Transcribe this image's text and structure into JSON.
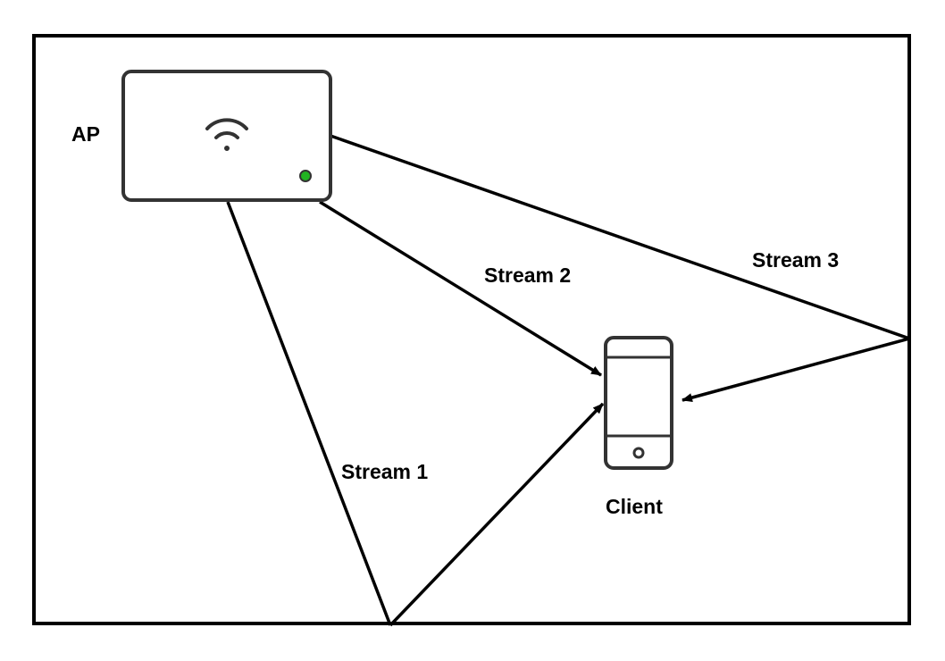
{
  "labels": {
    "ap": "AP",
    "client": "Client",
    "stream1": "Stream 1",
    "stream2": "Stream 2",
    "stream3": "Stream 3"
  },
  "colors": {
    "line": "#000000",
    "device_outline": "#333333",
    "status_led": "#22b322"
  },
  "icons": {
    "access_point": "access-point-icon",
    "wifi": "wifi-icon",
    "status_led": "status-led-icon",
    "client_device": "smartphone-icon"
  }
}
